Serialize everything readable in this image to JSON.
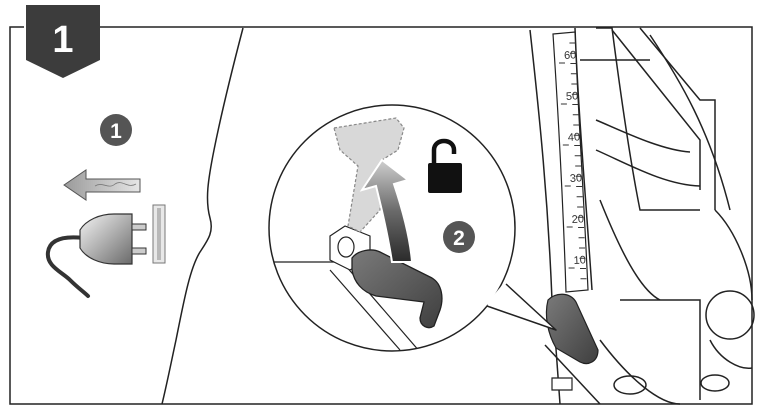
{
  "step": {
    "number": "1"
  },
  "sub_steps": [
    {
      "number": "1"
    },
    {
      "number": "2"
    }
  ],
  "scale": {
    "ticks": [
      "60",
      "50",
      "40",
      "30",
      "20",
      "10"
    ]
  },
  "icons": {
    "sub_step_1": [
      "arrow-left-icon",
      "plug-icon",
      "socket-icon"
    ],
    "sub_step_2": [
      "lever-icon",
      "curved-arrow-up-icon",
      "unlock-icon"
    ]
  },
  "colors": {
    "dark_badge": "#3c3c3c",
    "circle_badge": "#555555",
    "lever": "#5a5a5a",
    "line": "#222222"
  }
}
